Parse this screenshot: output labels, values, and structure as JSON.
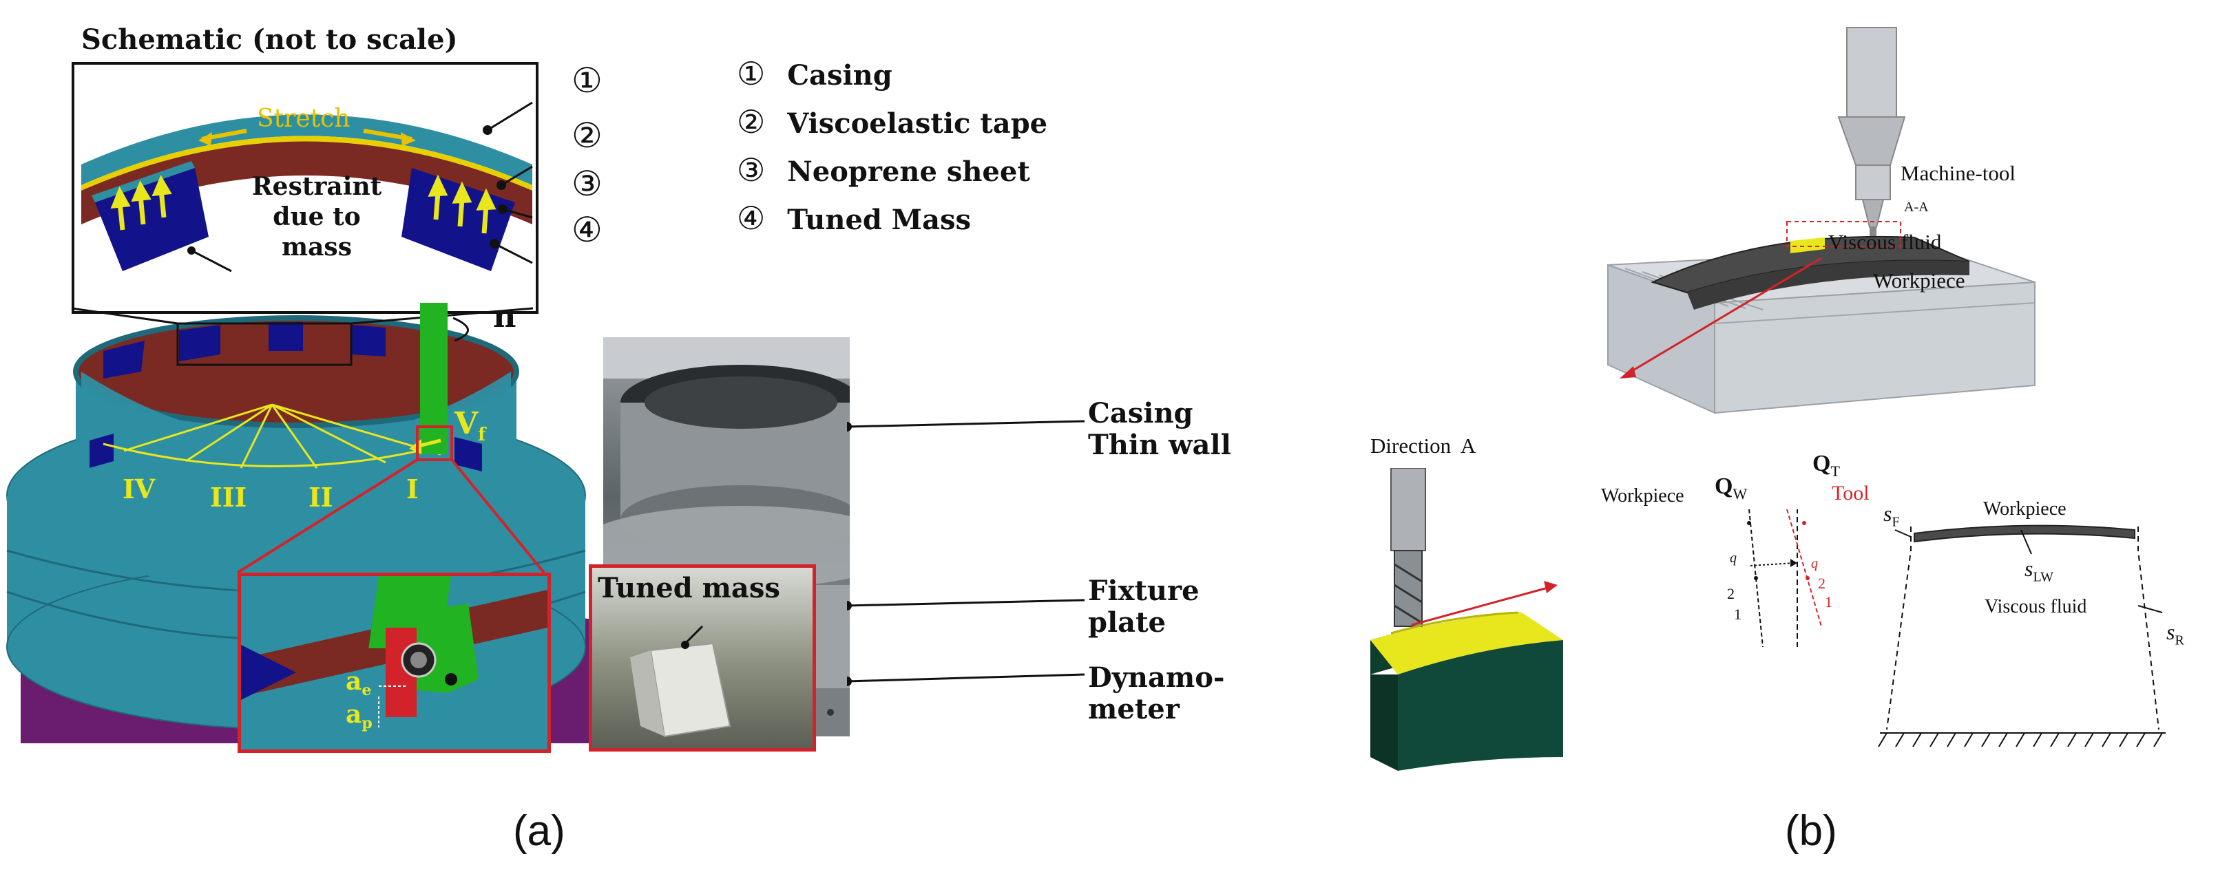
{
  "panel_a": {
    "caption": "(a)",
    "schematic": {
      "title": "Schematic (not to scale)",
      "stretch_label": "Stretch",
      "restraint_line1": "Restraint",
      "restraint_line2": "due to mass",
      "callouts": [
        "①",
        "②",
        "③",
        "④"
      ]
    },
    "legend": [
      {
        "num": "①",
        "label": "Casing"
      },
      {
        "num": "②",
        "label": "Viscoelastic tape"
      },
      {
        "num": "③",
        "label": "Neoprene sheet"
      },
      {
        "num": "④",
        "label": "Tuned Mass"
      }
    ],
    "model": {
      "spindle_label": "n",
      "feed_label": "V",
      "feed_sub": "f",
      "positions": [
        "IV",
        "III",
        "II",
        "I"
      ],
      "ae_label": "a",
      "ae_sub": "e",
      "ap_label": "a",
      "ap_sub": "p"
    },
    "photo": {
      "inset_label": "Tuned mass",
      "labels": [
        {
          "line1": "Casing",
          "line2": "Thin wall"
        },
        {
          "line1": "Fixture",
          "line2": "plate"
        },
        {
          "line1": "Dynamo-",
          "line2": "meter"
        }
      ]
    }
  },
  "panel_b": {
    "caption": "(b)",
    "machine_tool_label": "Machine-tool",
    "section_label": "A-A",
    "viscous_fluid_label": "Viscous fluid",
    "workpiece_label": "Workpiece",
    "direction_label": "Direction  A",
    "detail": {
      "workpiece_label": "Workpiece",
      "qw_label": "Q",
      "qw_sub": "W",
      "qt_label": "Q",
      "qt_sub": "T",
      "tool_label": "Tool",
      "marks_left": [
        "2",
        "1"
      ],
      "marks_right": [
        "2",
        "1"
      ],
      "q_mark": "q"
    },
    "boundary": {
      "workpiece_label": "Workpiece",
      "fluid_label": "Viscous fluid",
      "sf_label": "s",
      "sf_sub": "F",
      "slw_label": "s",
      "slw_sub": "LW",
      "sr_label": "s",
      "sr_sub": "R"
    }
  },
  "colors": {
    "casing_teal": "#2e8fa3",
    "tape_brown": "#7b2a23",
    "mass_navy": "#12128a",
    "tool_green": "#22b322",
    "fluid_yellow": "#e8e61c",
    "highlight_red": "#d2232a",
    "machine_grey": "#c8ccd0"
  }
}
